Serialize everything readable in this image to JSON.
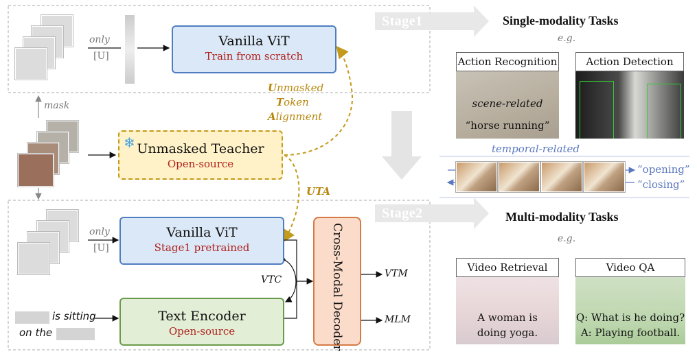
{
  "stage1": {
    "label": "Stage1",
    "only_label": "only",
    "u_token": "[U]",
    "vit_title": "Vanilla ViT",
    "vit_sub": "Train from scratch"
  },
  "uta": {
    "line1_cap": "U",
    "line1_rest": "nmasked",
    "line2_cap": "T",
    "line2_rest": "oken",
    "line3_cap": "A",
    "line3_rest": "lignment",
    "short": "UTA"
  },
  "mask_label": "mask",
  "teacher": {
    "title": "Unmasked Teacher",
    "sub": "Open-source",
    "icon": "snowflake-icon"
  },
  "stage2": {
    "label": "Stage2",
    "only_label": "only",
    "u_token": "[U]",
    "vit_title": "Vanilla ViT",
    "vit_sub": "Stage1 pretrained",
    "text_title": "Text Encoder",
    "text_sub": "Open-source",
    "decoder_title": "Cross-Modal Decoder",
    "vtc": "VTC",
    "vtm": "VTM",
    "mlm": "MLM",
    "caption_part1": "is sitting",
    "caption_part2": "on the"
  },
  "right": {
    "single_title": "Single-modality Tasks",
    "eg1": "e.g.",
    "action_recognition": "Action Recognition",
    "action_detection": "Action Detection",
    "scene_related": "scene-related",
    "horse_running": "“horse running”",
    "temporal_related": "temporal-related",
    "opening": "“opening”",
    "closing": "“closing”",
    "multi_title": "Multi-modality Tasks",
    "eg2": "e.g.",
    "video_retrieval": "Video Retrieval",
    "video_qa": "Video QA",
    "yoga_caption_1": "A woman is",
    "yoga_caption_2": "doing yoga.",
    "qa_q": "Q: What is he doing?",
    "qa_a": "A: Playing football."
  },
  "colors": {
    "vit_fill": "#dbe8f7",
    "vit_border": "#4f7ec0",
    "teacher_fill": "#fff2c8",
    "teacher_border": "#c49a1a",
    "text_fill": "#e2efd6",
    "text_border": "#6a9a4c",
    "decoder_fill": "#fbdccb",
    "decoder_border": "#d47a44",
    "subtitle_red": "#b0201c",
    "uta_gold": "#b8860b",
    "temporal_blue": "#5a78c0"
  }
}
